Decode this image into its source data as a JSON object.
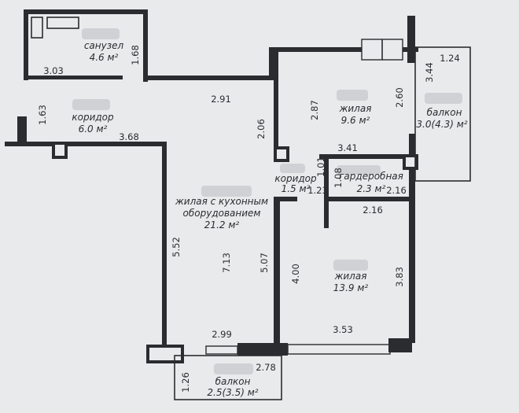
{
  "rooms": [
    {
      "id": "sanuzel",
      "name": "санузел",
      "area": "4.6 м²"
    },
    {
      "id": "corridor1",
      "name": "коридор",
      "area": "6.0 м²"
    },
    {
      "id": "living-kitchen",
      "name": "жилая с кухонным",
      "name2": "оборудованием",
      "area": "21.2 м²"
    },
    {
      "id": "living1",
      "name": "жилая",
      "area": "9.6 м²"
    },
    {
      "id": "balcony1",
      "name": "балкон",
      "area": "3.0(4.3) м²"
    },
    {
      "id": "corridor2",
      "name": "коридор",
      "area": "1.5 м²"
    },
    {
      "id": "wardrobe",
      "name": "гардеробная",
      "area": "2.3 м²"
    },
    {
      "id": "living2",
      "name": "жилая",
      "area": "13.9 м²"
    },
    {
      "id": "balcony2",
      "name": "балкон",
      "area": "2.5(3.5) м²"
    }
  ],
  "dimensions": {
    "d303": "3.03",
    "d168": "1.68",
    "d163": "1.63",
    "d291": "2.91",
    "d368": "3.68",
    "d206": "2.06",
    "d287": "2.87",
    "d260": "2.60",
    "d344": "3.44",
    "d124": "1.24",
    "d341": "3.41",
    "d101": "1.01",
    "d108": "1.08",
    "d123": "1.23",
    "d216a": "2.16",
    "d216b": "2.16",
    "d552": "5.52",
    "d713": "7.13",
    "d507": "5.07",
    "d400": "4.00",
    "d383": "3.83",
    "d353": "3.53",
    "d299": "2.99",
    "d278": "2.78",
    "d126": "1.26"
  }
}
